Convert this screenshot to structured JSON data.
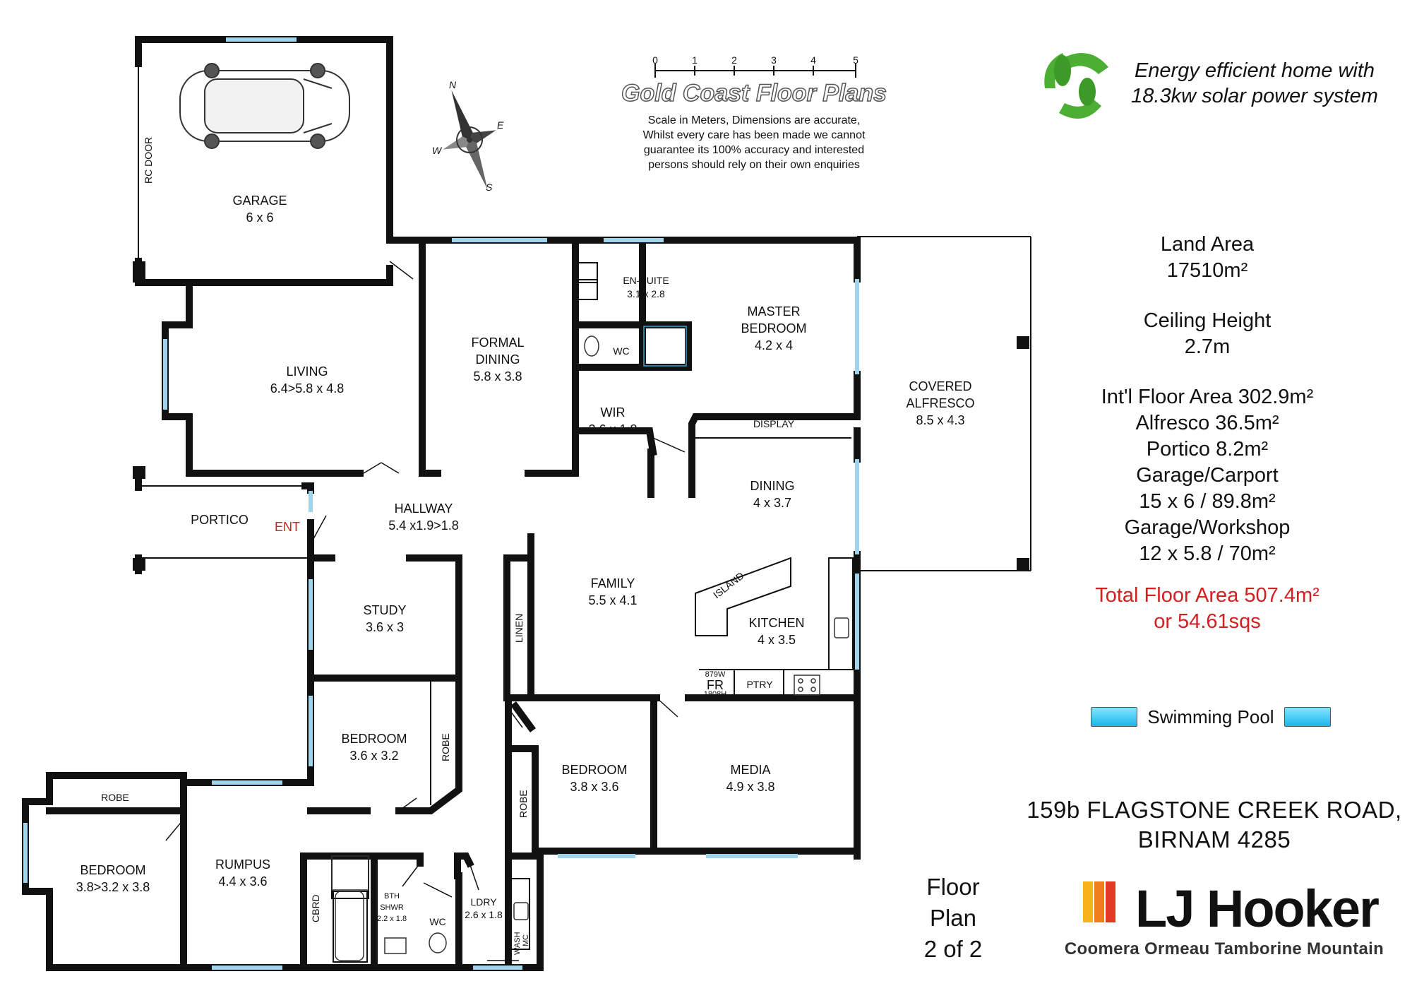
{
  "rooms": {
    "garage": {
      "name": "GARAGE",
      "dims": "6 x 6"
    },
    "living": {
      "name": "LIVING",
      "dims": "6.4>5.8 x 4.8"
    },
    "formal_dining": {
      "name_1": "FORMAL",
      "name_2": "DINING",
      "dims": "5.8 x 3.8"
    },
    "ensuite": {
      "name": "EN-SUITE",
      "dims": "3.1 x 2.8"
    },
    "master": {
      "name_1": "MASTER",
      "name_2": "BEDROOM",
      "dims": "4.2 x 4"
    },
    "alfresco": {
      "name_1": "COVERED",
      "name_2": "ALFRESCO",
      "dims": "8.5 x 4.3"
    },
    "wir": {
      "name": "WIR",
      "dims": "2.6 x 1.8"
    },
    "display": {
      "name": "DISPLAY"
    },
    "portico": {
      "name": "PORTICO"
    },
    "hallway": {
      "name": "HALLWAY",
      "dims": "5.4 x1.9>1.8"
    },
    "dining": {
      "name": "DINING",
      "dims": "4 x 3.7"
    },
    "family": {
      "name": "FAMILY",
      "dims": "5.5 x 4.1"
    },
    "island": {
      "name": "ISLAND"
    },
    "kitchen": {
      "name": "KITCHEN",
      "dims": "4 x 3.5"
    },
    "study": {
      "name": "STUDY",
      "dims": "3.6 x 3"
    },
    "linen": {
      "name": "LINEN"
    },
    "bedroom_a": {
      "name": "BEDROOM",
      "dims": "3.6 x 3.2"
    },
    "robe_a": {
      "name": "ROBE"
    },
    "bedroom_b": {
      "name": "BEDROOM",
      "dims": "3.8 x 3.6"
    },
    "robe_b": {
      "name": "ROBE"
    },
    "media": {
      "name": "MEDIA",
      "dims": "4.9 x 3.8"
    },
    "bedroom_c": {
      "name": "BEDROOM",
      "dims": "3.8>3.2 x 3.8"
    },
    "robe_c": {
      "name": "ROBE"
    },
    "rumpus": {
      "name": "RUMPUS",
      "dims": "4.4 x 3.6"
    },
    "bath": {
      "name_1": "BTH",
      "name_2": "SHWR",
      "dims": "2.2 x 1.8"
    },
    "ldry": {
      "name": "LDRY",
      "dims": "2.6 x 1.8"
    }
  },
  "fixtures": {
    "rc_door": "RC DOOR",
    "ent": "ENT",
    "wc": "WC",
    "cbrd": "CBRD",
    "ptry": "PTRY",
    "fr": "FR",
    "fr_w": "879W",
    "fr_h": "1808H",
    "wash": "WASH",
    "mc": "MC"
  },
  "compass": {
    "n": "N",
    "e": "E",
    "s": "S",
    "w": "W"
  },
  "scale": {
    "ticks": [
      "0",
      "1",
      "2",
      "3",
      "4",
      "5"
    ],
    "brand": "Gold Coast Floor Plans",
    "disclaimer": [
      "Scale in Meters, Dimensions are accurate,",
      "Whilst every care has been made we cannot",
      "guarantee its 100% accuracy and interested",
      "persons should rely on their own enquiries"
    ]
  },
  "energy": {
    "line1": "Energy efficient home with",
    "line2": "18.3kw solar power system"
  },
  "stats": {
    "land_label": "Land Area",
    "land_value": "17510m²",
    "ceiling_label": "Ceiling Height",
    "ceiling_value": "2.7m",
    "intl_floor": "Int'l Floor Area 302.9m²",
    "alfresco": "Alfresco 36.5m²",
    "portico": "Portico 8.2m²",
    "garage_carport_label": "Garage/Carport",
    "garage_carport_value": "15 x 6 / 89.8m²",
    "garage_workshop_label": "Garage/Workshop",
    "garage_workshop_value": "12 x 5.8 / 70m²",
    "total_1": "Total Floor Area 507.4m²",
    "total_2": "or 54.61sqs"
  },
  "pool": {
    "label": "Swimming Pool"
  },
  "address": {
    "line1": "159b FLAGSTONE CREEK ROAD,",
    "line2": "BIRNAM 4285"
  },
  "floor_plan": {
    "line1": "Floor",
    "line2": "Plan",
    "line3": "2 of 2"
  },
  "agency": {
    "name": "LJ Hooker",
    "offices": "Coomera  Ormeau  Tamborine Mountain",
    "colors": [
      "#f6b31b",
      "#f07c1f",
      "#e23a23"
    ]
  },
  "colors": {
    "wall": "#111111",
    "window": "#9fd4ec",
    "total": "#d32020",
    "recycle": "#4caf34"
  }
}
